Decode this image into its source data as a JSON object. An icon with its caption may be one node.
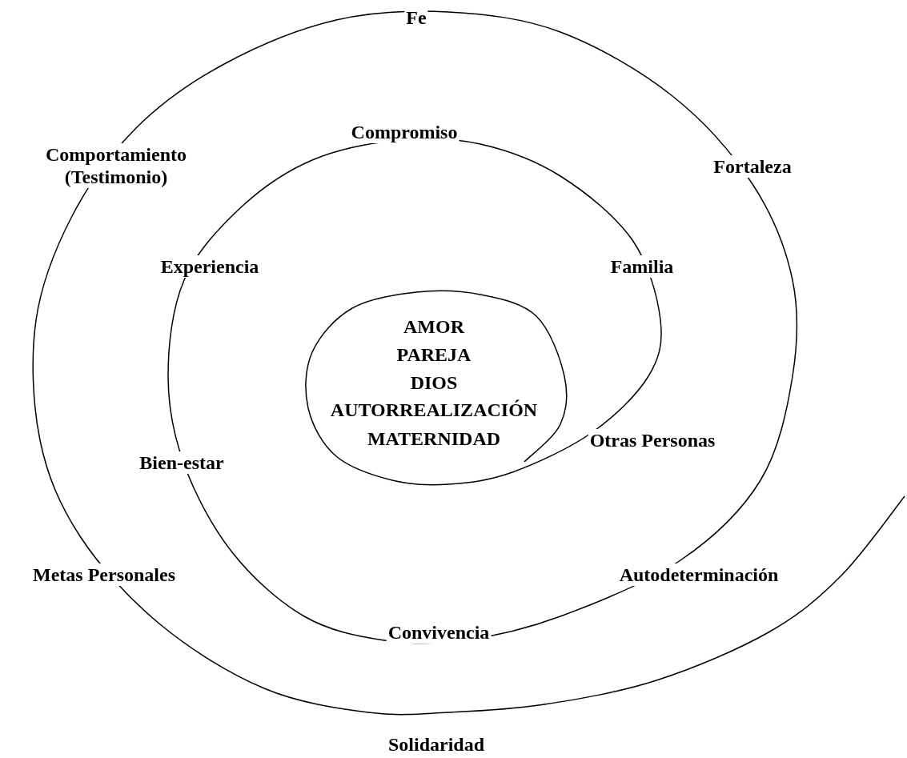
{
  "diagram": {
    "labels": [
      "Fe",
      "Comportamiento (Testimonio)",
      "Compromiso",
      "Fortaleza",
      "Experiencia",
      "Familia",
      "AMOR",
      "PAREJA",
      "DIOS",
      "AUTORREALIZACIÓN",
      "MATERNIDAD",
      "Otras Personas",
      "Bien-estar",
      "Metas Personales",
      "Autodeterminación",
      "Convivencia",
      "Solidaridad"
    ]
  }
}
